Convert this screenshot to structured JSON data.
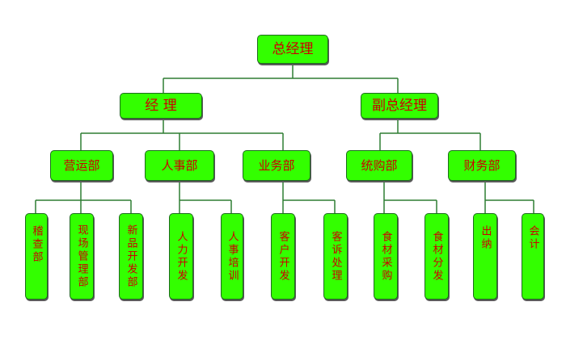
{
  "org_chart": {
    "root": "总经理",
    "level2": [
      "经 理",
      "副总经理"
    ],
    "level3": [
      "营运部",
      "人事部",
      "业务部",
      "统购部",
      "财务部"
    ],
    "level4": [
      "稽查部",
      "现场管理部",
      "新品开发部",
      "人力开发",
      "人事培训",
      "客户开发",
      "客诉处理",
      "食材采购",
      "食材分发",
      "出纳",
      "会计"
    ]
  },
  "colors": {
    "box_fill": "#33ff00",
    "box_border": "#1d6b1d",
    "text": "#cc0000",
    "connector": "#2e7d32"
  }
}
